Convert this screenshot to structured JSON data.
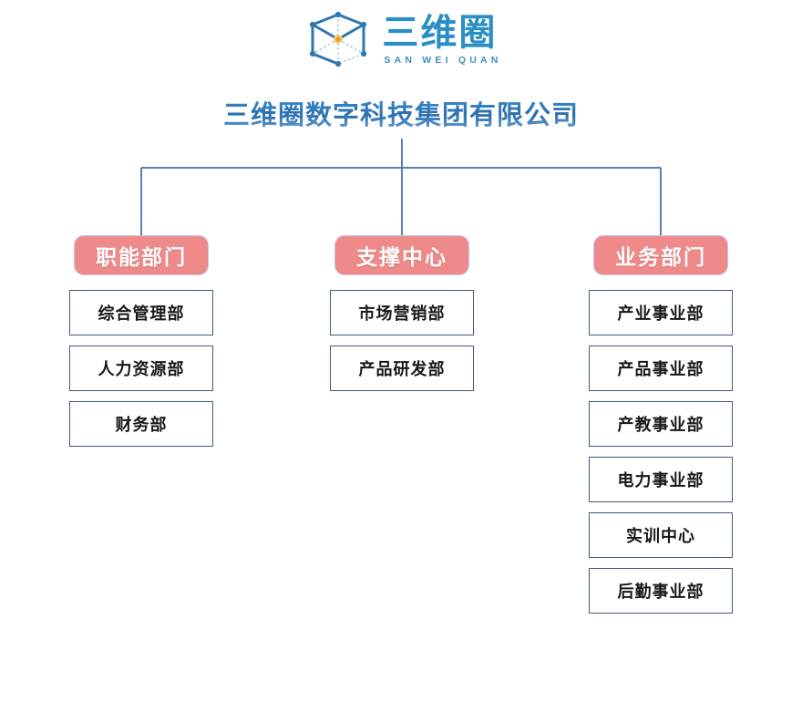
{
  "brand": {
    "logo_icon": "hexagon-cube-logo-icon",
    "name_cn": "三维圈",
    "name_en": "SAN WEI QUAN",
    "logo_color": "#2b8fc4",
    "logo_accent_color": "#f0a83c"
  },
  "company": {
    "title": "三维圈数字科技集团有限公司",
    "title_color": "#2f7fc1"
  },
  "org_chart": {
    "connector_color": "#5b7fb3",
    "header_fill": "#ef8a8a",
    "header_border": "#c9c3e6",
    "header_text_color": "#ffffff",
    "box_border": "#44597a",
    "box_fill": "#ffffff",
    "box_text_color": "#16181c",
    "columns": [
      {
        "header": "职能部门",
        "items": [
          {
            "label": "综合管理部"
          },
          {
            "label": "人力资源部"
          },
          {
            "label": "财务部"
          }
        ]
      },
      {
        "header": "支撑中心",
        "items": [
          {
            "label": "市场营销部"
          },
          {
            "label": "产品研发部"
          }
        ]
      },
      {
        "header": "业务部门",
        "items": [
          {
            "label": "产业事业部"
          },
          {
            "label": "产品事业部"
          },
          {
            "label": "产教事业部"
          },
          {
            "label": "电力事业部"
          },
          {
            "label": "实训中心"
          },
          {
            "label": "后勤事业部"
          }
        ]
      }
    ]
  }
}
